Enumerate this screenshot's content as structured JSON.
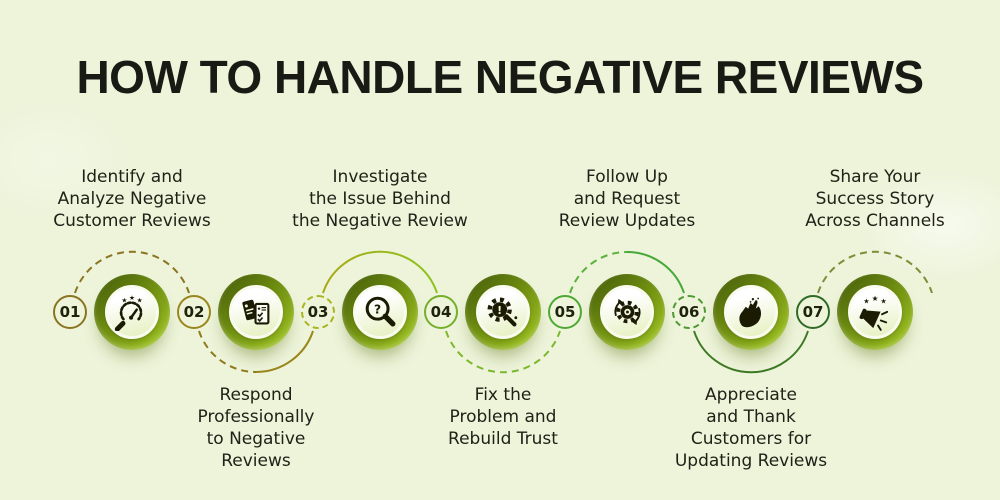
{
  "title": "HOW TO HANDLE NEGATIVE REVIEWS",
  "palette": {
    "background": "#edf4da",
    "title_color": "#1a1a15",
    "text_color": "#212118",
    "circle_ring_dark": "#42570a",
    "circle_ring_light": "#a6cc26",
    "circle_inner": "#e4efbc",
    "icon_color": "#1b1b04",
    "gold_accent": "#8a7420",
    "green_accent": "#56a832",
    "dark_green_accent": "#3e7a24"
  },
  "steps": [
    {
      "number": "01",
      "label": "Identify and\nAnalyze Negative\nCustomer Reviews",
      "label_position": "above",
      "icon": "gauge-magnifier-icon"
    },
    {
      "number": "02",
      "label": "Respond\nProfessionally\nto Negative\nReviews",
      "label_position": "below",
      "icon": "review-documents-icon"
    },
    {
      "number": "03",
      "label": "Investigate\nthe Issue Behind\nthe Negative Review",
      "label_position": "above",
      "icon": "magnifier-question-icon"
    },
    {
      "number": "04",
      "label": "Fix the\nProblem and\nRebuild Trust",
      "label_position": "below",
      "icon": "gear-wrench-icon"
    },
    {
      "number": "05",
      "label": "Follow Up\nand Request\nReview Updates",
      "label_position": "above",
      "icon": "gear-sync-icon"
    },
    {
      "number": "06",
      "label": "Appreciate\nand Thank\nCustomers for\nUpdating Reviews",
      "label_position": "below",
      "icon": "clapping-hands-icon"
    },
    {
      "number": "07",
      "label": "Share Your\nSuccess Story\nAcross Channels",
      "label_position": "above",
      "icon": "megaphone-stars-icon"
    }
  ]
}
